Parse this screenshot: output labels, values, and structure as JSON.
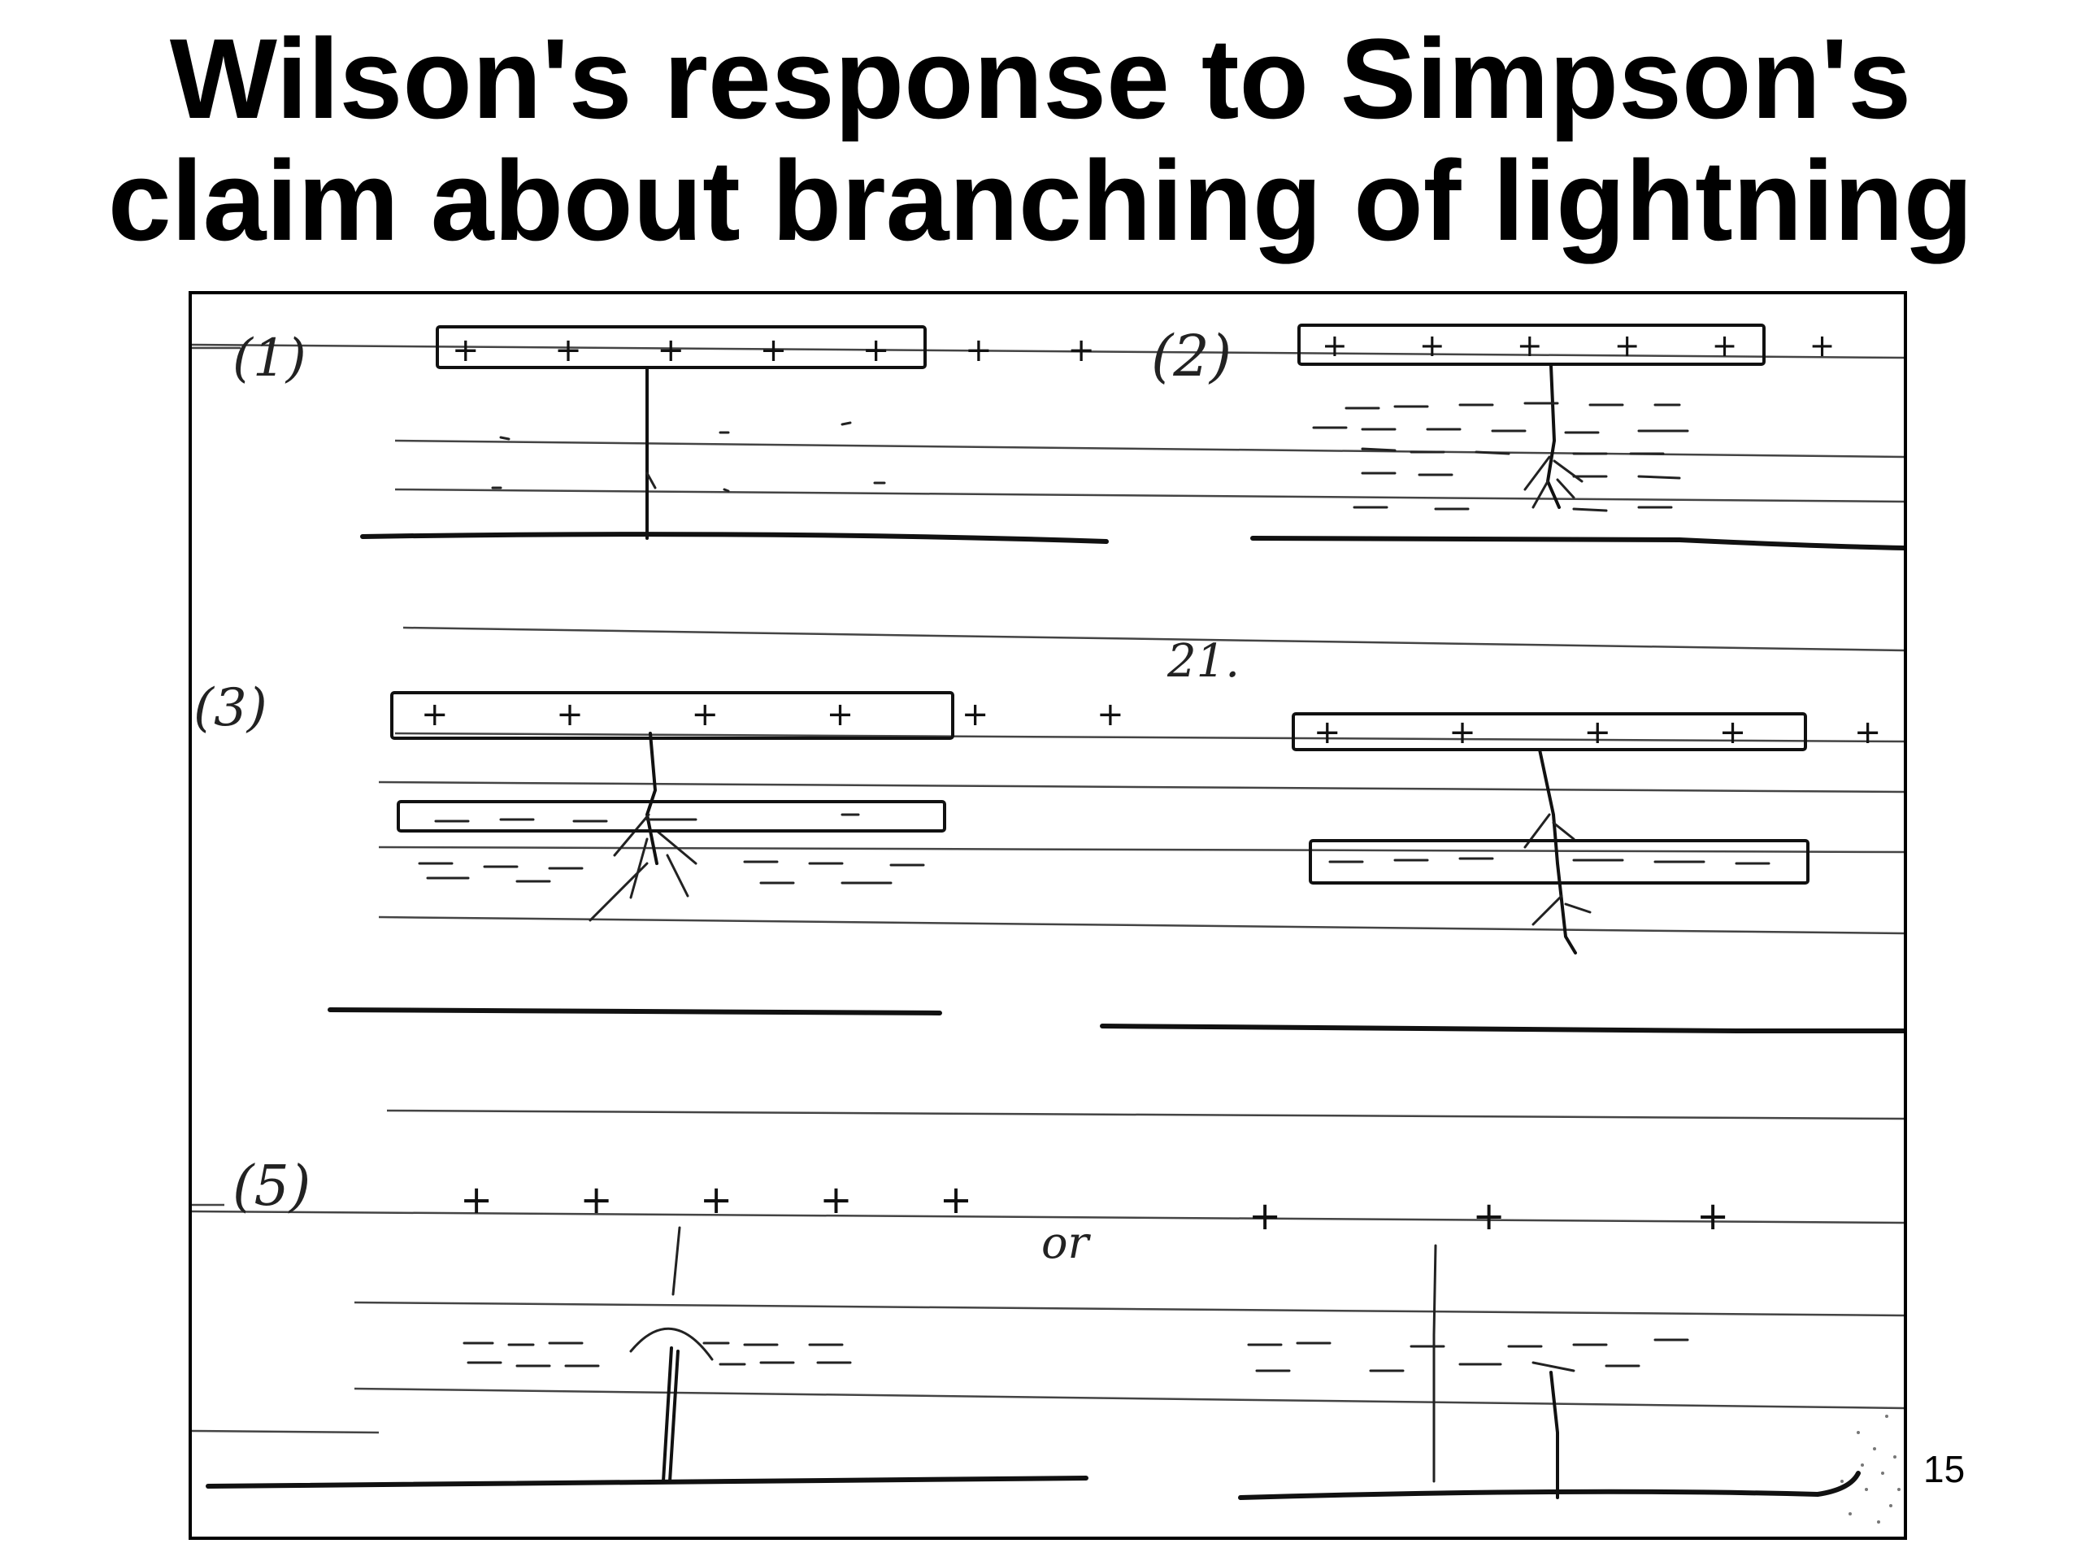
{
  "slide": {
    "title_line1": "Wilson's response to Simpson's",
    "title_line2": "claim about branching of lightning",
    "page_number": "15"
  },
  "sketch": {
    "type": "handwritten scanned notebook sketch",
    "panel_labels": [
      "(1)",
      "(2)",
      "(3)",
      "(5)"
    ],
    "annotations": [
      "21.",
      "or"
    ]
  },
  "colors": {
    "background": "#ffffff",
    "ink": "#000000"
  }
}
